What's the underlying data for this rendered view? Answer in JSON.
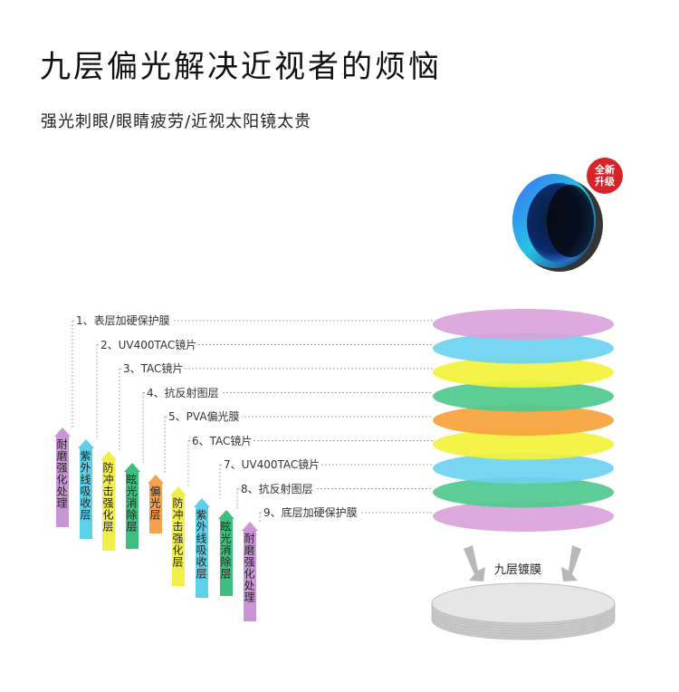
{
  "title": "九层偏光解决近视者的烦恼",
  "subtitle": "强光刺眼/眼睛疲劳/近视太阳镜太贵",
  "badge": {
    "line1": "全新",
    "line2": "升级"
  },
  "plate_label": "九层镀膜",
  "layers": [
    {
      "label": "1、表层加硬保护膜",
      "color": "#d9a3d9"
    },
    {
      "label": "2、UV400TAC镜片",
      "color": "#6dd3f2"
    },
    {
      "label": "3、TAC镜片",
      "color": "#f3f23a"
    },
    {
      "label": "4、抗反射图层",
      "color": "#4fc98f"
    },
    {
      "label": "5、PVA偏光膜",
      "color": "#f7a23a"
    },
    {
      "label": "6、TAC镜片",
      "color": "#f3f23a"
    },
    {
      "label": "7、UV400TAC镜片",
      "color": "#6dd3f2"
    },
    {
      "label": "8、抗反射图层",
      "color": "#4fc98f"
    },
    {
      "label": "9、底层加硬保护膜",
      "color": "#d9a3d9"
    }
  ],
  "functions": [
    {
      "text": "耐磨强化处理",
      "color": "#c995d4"
    },
    {
      "text": "紫外线吸收层",
      "color": "#5ecfe8"
    },
    {
      "text": "防冲击强化层",
      "color": "#f2ee4a"
    },
    {
      "text": "眩光消除层",
      "color": "#3fbf7f"
    },
    {
      "text": "偏光层",
      "color": "#f5a04b"
    },
    {
      "text": "防冲击强化层",
      "color": "#f2ee4a"
    },
    {
      "text": "紫外线吸收层",
      "color": "#5ecfe8"
    },
    {
      "text": "眩光消除层",
      "color": "#3fbf7f"
    },
    {
      "text": "耐磨强化处理",
      "color": "#c995d4"
    }
  ]
}
